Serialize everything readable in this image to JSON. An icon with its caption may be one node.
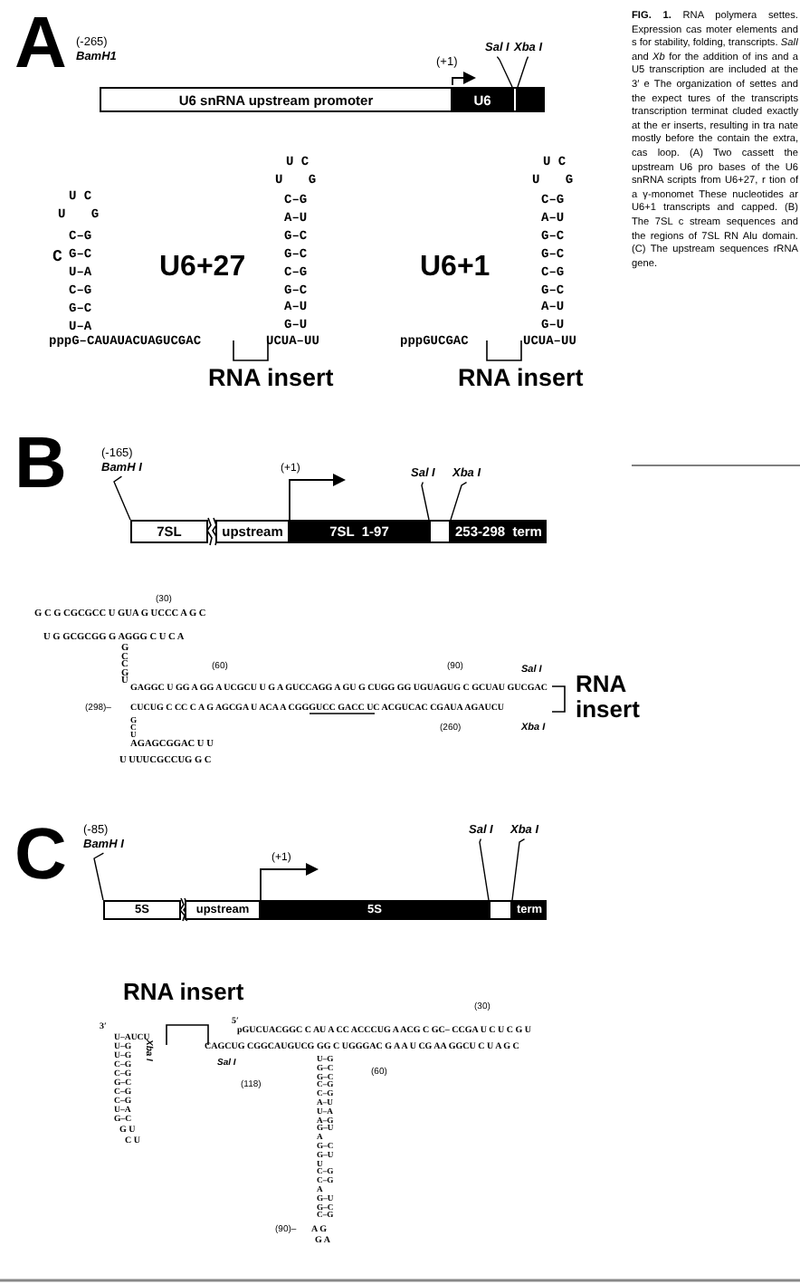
{
  "diagram": {
    "caption": "**FIG. 1.** RNA polymera settes. Expression cas moter elements and s for stability, folding, transcripts. *SalI* and *Xb* for the addition of ins and a U5 transcription are included at the 3′ e The organization of settes and the expect tures of the transcripts transcription terminat cluded exactly at the er inserts, resulting in tra nate mostly before the contain the extra, cas loop. (A) Two cassett the upstream U6 pro bases of the U6 snRNA scripts from U6+27, r tion of a γ-monomet These nucleotides ar U6+1 transcripts and capped. (B) The 7SL c stream sequences and the regions of 7SL RN Alu domain. (C) The upstream sequences rRNA gene.",
    "nodes": [
      {
        "text": [
          "(-265)",
          "BamH1"
        ]
      },
      {
        "text": [
          "U6 snRNA upstream promoter"
        ]
      },
      {
        "text": [
          "U6"
        ]
      },
      {
        "text": [],
        "shape": "box"
      },
      {
        "text": [],
        "shape": "box"
      },
      {
        "text": [
          "Sal I"
        ]
      },
      {
        "text": [
          "Xba I"
        ]
      },
      {
        "text": [
          "(-165)",
          "BamH I"
        ]
      },
      {
        "text": [
          "7SL"
        ]
      },
      {
        "text": [
          "upstream"
        ]
      },
      {
        "text": [
          "7SL  1-97"
        ]
      },
      {
        "text": [],
        "shape": "box"
      },
      {
        "text": [
          "253-298  term"
        ]
      },
      {
        "text": [
          "Sal I"
        ]
      },
      {
        "text": [
          "Xba I"
        ]
      },
      {
        "text": [
          "(-85)",
          "BamH I"
        ]
      },
      {
        "text": [
          "5S"
        ]
      },
      {
        "text": [
          "upstream"
        ]
      },
      {
        "text": [
          "5S"
        ]
      },
      {
        "text": [],
        "shape": "box"
      },
      {
        "text": [
          "term"
        ]
      },
      {
        "text": [
          "Sal I"
        ]
      },
      {
        "text": [
          "Xba I"
        ]
      }
    ],
    "edges": [
      {
        "from": 5,
        "to": 3,
        "arrow": "none"
      },
      {
        "from": 6,
        "to": 3,
        "arrow": "none"
      },
      {
        "from": 7,
        "to": 8,
        "arrow": "none"
      },
      {
        "from": 13,
        "to": 11,
        "arrow": "none"
      },
      {
        "from": 14,
        "to": 11,
        "arrow": "none"
      },
      {
        "from": 15,
        "to": 16,
        "arrow": "none"
      },
      {
        "from": 21,
        "to": 19,
        "arrow": "none"
      },
      {
        "from": 22,
        "to": 19,
        "arrow": "none"
      }
    ],
    "labels": [
      "A",
      "(+1)",
      "U C",
      "U G",
      "C",
      "C–G G–C U–A C–G G–C U–A",
      "pppG–CAUAUACUAGUCGAC",
      "U6+27",
      "U C",
      "U G",
      "C–G A–U G–C G–C C–G G–C A–U G–U",
      "UCUA–UU",
      "RNA insert",
      "U6+1",
      "pppGUCGAC",
      "U C",
      "U G",
      "C–G A–U G–C G–C C–G G–C A–U G–U",
      "UCUA–UU",
      "RNA insert",
      "B",
      "(+1)",
      "(30)",
      "G C G CGCGCC U GUA G UCCC A G C",
      "U G GCGCGG G AGGG C U C A",
      "G C C G U",
      "(60)",
      "(90)",
      "Sal I",
      "GAGGC U GG A GG A UCGCU U G A GUCCAGG A GU G CUGG GG UGUAGUG C GCUAU GUCGAC",
      "(298)–",
      "CUCUG C CC C A G AGCGA U ACA A CGGGUCC GACC UC ACGUCAC CGAUA AGAUCU",
      "(260)",
      "Xba I",
      "G C U",
      "AGAGCGGAC U U",
      "U UUUCGCCUG G C",
      "RNA insert",
      "C",
      "(+1)",
      "RNA insert",
      "3′",
      "U–AUCU U–G U–G C–G C–G G–C C–G C–G U–A G–C",
      "G U",
      "C U",
      "Xba I",
      "5′",
      "pGUCUACGGC C AU A CC ACCCUG A ACG C GC– CCGA U C U C G U",
      "CAGCUG CGGCAUGUCG GG C UGGGAC G A A U CG AA GGCU C U A G C",
      "Sal I",
      "(118)",
      "(60)",
      "(30)",
      "U–G G–C G–C C–G C–G A–U U–A A–G G–U A G–C G–U U C–G C–G A G–U G–C C–G",
      "(90)–",
      "A G",
      "G A"
    ]
  }
}
